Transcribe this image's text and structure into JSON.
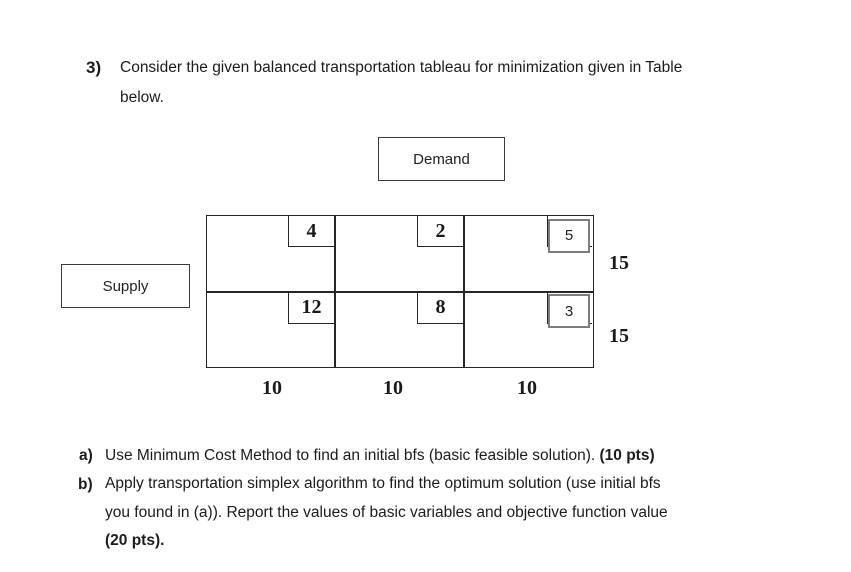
{
  "title": {
    "marker": "3)",
    "line1": "Consider the given balanced transportation tableau for minimization given in Table",
    "line2": "below."
  },
  "demand_label": "Demand",
  "supply_label": "Supply",
  "tableau": {
    "rows": 2,
    "cols": 3,
    "costs": [
      [
        "4",
        "2",
        "5"
      ],
      [
        "12",
        "8",
        "3"
      ]
    ],
    "supply": [
      "15",
      "15"
    ],
    "demand": [
      "10",
      "10",
      "10"
    ]
  },
  "questions": {
    "a": {
      "marker": "a)",
      "text": "Use Minimum Cost Method to find an initial bfs (basic feasible solution). ",
      "bold": "(10 pts)"
    },
    "b": {
      "marker": "b)",
      "line1": "Apply transportation simplex algorithm to find the optimum solution (use initial bfs",
      "line2": "you found in (a)). Report the values of basic variables and objective function value",
      "bold": "(20 pts)."
    }
  },
  "colors": {
    "gray_box_border": "#7d7d7d",
    "table_line": "#262626",
    "text_color": "#1c1c1c",
    "background": "#ffffff"
  }
}
